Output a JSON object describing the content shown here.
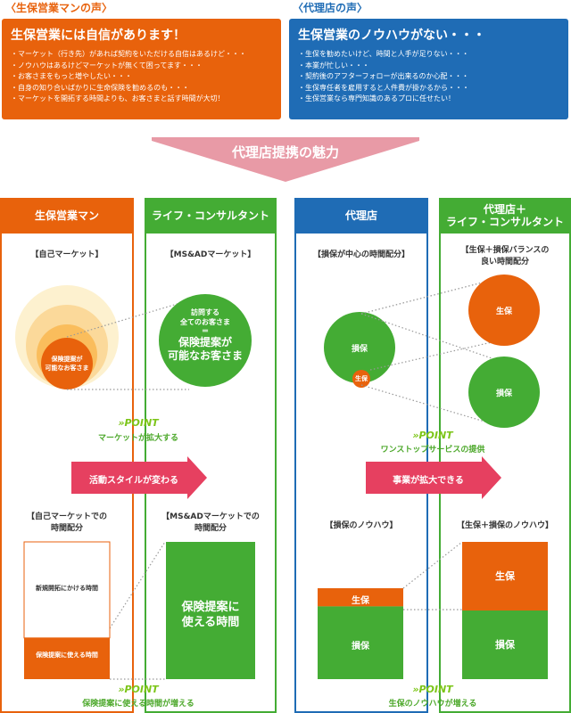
{
  "colors": {
    "orange": "#e8620c",
    "blue": "#1f6cb5",
    "green": "#44ac34",
    "banner_pink": "#e89aa6",
    "arrow_red": "#e64060",
    "point_text": "#4ca82a"
  },
  "voices": {
    "left": {
      "title": "〈生保営業マンの声〉",
      "head": "生保営業には自信があります！",
      "items": [
        "・マーケット（行き先）があれば契約をいただける自信はあるけど・・・",
        "・ノウハウはあるけどマーケットが無くて困ってます・・・",
        "・お客さまをもっと増やしたい・・・",
        "・自身の知り合いばかりに生命保険を勧めるのも・・・",
        "・マーケットを開拓する時間よりも、お客さまと話す時間が大切！"
      ]
    },
    "right": {
      "title": "〈代理店の声〉",
      "head": "生保営業のノウハウがない・・・",
      "items": [
        "・生保を勧めたいけど、時間と人手が足りない・・・",
        "・本業が忙しい・・・",
        "・契約後のアフターフォローが出来るのか心配・・・",
        "・生保専任者を雇用すると人件費が掛かるから・・・",
        "・生保営業なら専門知識のあるプロに任せたい！"
      ]
    }
  },
  "banner": "代理店提携の魅力",
  "panels": {
    "p1": "生保営業マン",
    "p2": "ライフ・コンサルタント",
    "p3": "代理店",
    "p4_line1": "代理店＋",
    "p4_line2": "ライフ・コンサルタント"
  },
  "left_section": {
    "market_self": "【自己マーケット】",
    "market_msad": "【MS&ADマーケット】",
    "small_circle_l1": "保険提案が",
    "small_circle_l2": "可能なお客さま",
    "big_circle_small_l1": "訪問する",
    "big_circle_small_l2": "全てのお客さま",
    "big_circle_eq": "＝",
    "big_circle_main_l1": "保険提案が",
    "big_circle_main_l2": "可能なお客さま",
    "point1_word": "»POINT",
    "point1_desc": "マーケットが拡大する",
    "arrow1": "活動スタイルが変わる",
    "time_self_l1": "【自己マーケットでの",
    "time_self_l2": "時間配分",
    "time_msad_l1": "【MS&ADマーケットでの",
    "time_msad_l2": "時間配分",
    "bar_new": "新規開拓にかける時間",
    "bar_use": "保険提案に使える時間",
    "bar_big_l1": "保険提案に",
    "bar_big_l2": "使える時間",
    "point3_word": "»POINT",
    "point3_desc": "保険提案に使える時間が増える"
  },
  "right_section": {
    "alloc_left": "【損保が中心の時間配分】",
    "alloc_right_l1": "【生保＋損保バランスの",
    "alloc_right_l2": "良い時間配分",
    "circle_sonpo": "損保",
    "circle_seiho": "生保",
    "point2_word": "»POINT",
    "point2_desc": "ワンストップサービスの提供",
    "arrow2": "事業が拡大できる",
    "knowhow_left": "【損保のノウハウ】",
    "knowhow_right": "【生保＋損保のノウハウ】",
    "bar_seiho": "生保",
    "bar_sonpo": "損保",
    "point4_word": "»POINT",
    "point4_desc": "生保のノウハウが増える"
  },
  "chart_data": [
    {
      "type": "bar",
      "title": "自己マーケットでの時間配分",
      "categories": [
        "新規開拓にかける時間",
        "保険提案に使える時間"
      ],
      "values": [
        0.7,
        0.3
      ]
    },
    {
      "type": "bar",
      "title": "MS&ADマーケットでの時間配分",
      "categories": [
        "保険提案に使える時間"
      ],
      "values": [
        1.0
      ]
    },
    {
      "type": "bar",
      "title": "損保のノウハウ",
      "categories": [
        "生保",
        "損保"
      ],
      "values": [
        0.2,
        0.8
      ]
    },
    {
      "type": "bar",
      "title": "生保＋損保のノウハウ",
      "categories": [
        "生保",
        "損保"
      ],
      "values": [
        0.5,
        0.5
      ]
    }
  ]
}
